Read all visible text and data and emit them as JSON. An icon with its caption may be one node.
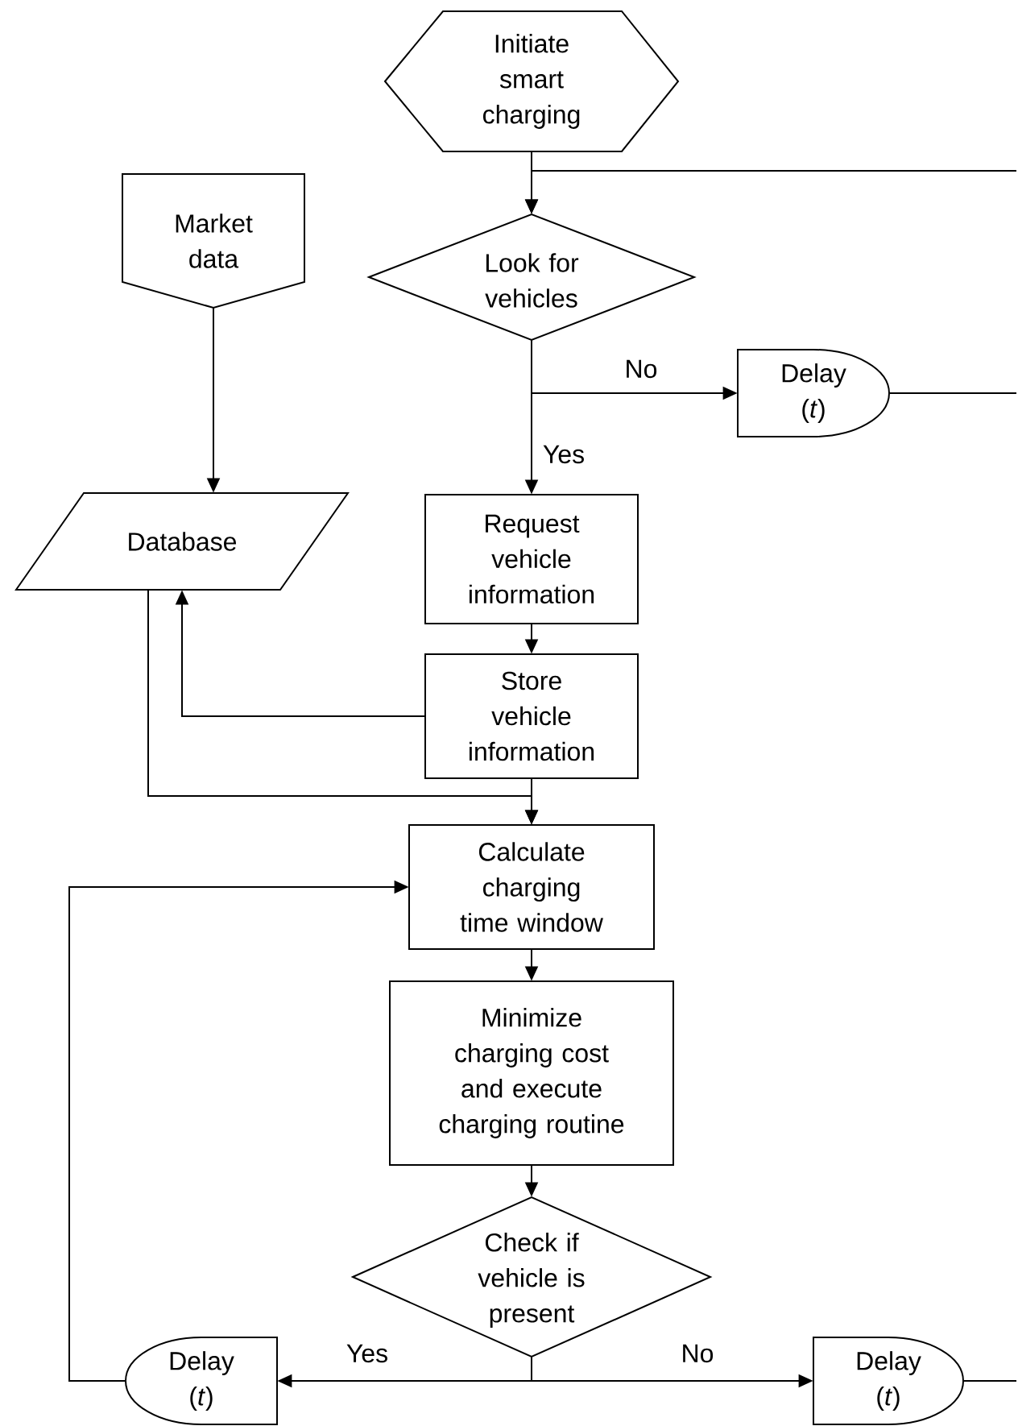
{
  "diagram": {
    "nodes": [
      {
        "text": [
          "Initiate smart charging"
        ]
      },
      {
        "text": [
          "Market data"
        ]
      },
      {
        "text": [
          "Look for vehicles"
        ]
      },
      {
        "text": [
          "Delay (*t*)"
        ]
      },
      {
        "text": [
          "Database"
        ]
      },
      {
        "text": [
          "Request vehicle information"
        ]
      },
      {
        "text": [
          "Store vehicle information"
        ]
      },
      {
        "text": [
          "Calculate charging time window"
        ]
      },
      {
        "text": [
          "Minimize charging cost and execute charging routine"
        ]
      },
      {
        "text": [
          "Check if vehicle is present"
        ]
      },
      {
        "text": [
          "Delay (*t*)"
        ]
      },
      {
        "text": [
          "Delay (*t*)"
        ]
      }
    ],
    "edges": [
      {
        "from": 0,
        "to": 2,
        "arrow": "to"
      },
      {
        "from": null,
        "to": 2,
        "arrow": "to"
      },
      {
        "from": 1,
        "to": 4,
        "arrow": "to"
      },
      {
        "from": 2,
        "to": 3,
        "arrow": "to",
        "label": "No"
      },
      {
        "from": 2,
        "to": 5,
        "arrow": "to",
        "label": "Yes"
      },
      {
        "from": 3,
        "to": null,
        "arrow": "none"
      },
      {
        "from": 5,
        "to": 6,
        "arrow": "to"
      },
      {
        "from": 6,
        "to": 4,
        "arrow": "to"
      },
      {
        "from": 4,
        "to": 7,
        "arrow": "to"
      },
      {
        "from": 6,
        "to": 7,
        "arrow": "to"
      },
      {
        "from": 7,
        "to": 8,
        "arrow": "to"
      },
      {
        "from": 8,
        "to": 9,
        "arrow": "to"
      },
      {
        "from": 9,
        "to": 10,
        "arrow": "to",
        "label": "Yes"
      },
      {
        "from": 9,
        "to": 11,
        "arrow": "to",
        "label": "No"
      },
      {
        "from": 10,
        "to": 7,
        "arrow": "to"
      },
      {
        "from": 11,
        "to": null,
        "arrow": "none"
      }
    ]
  }
}
